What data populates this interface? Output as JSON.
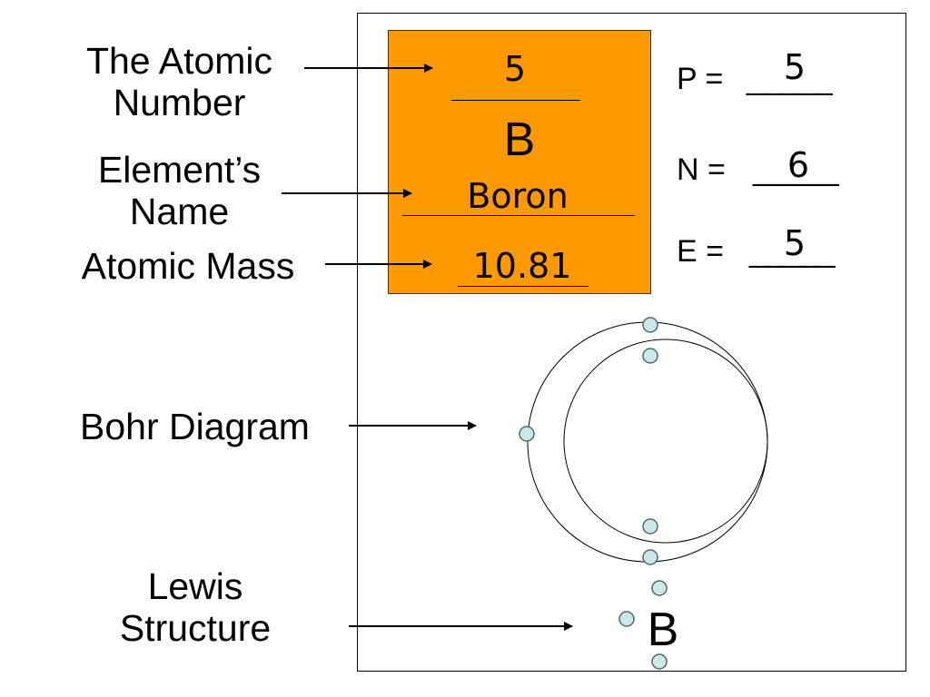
{
  "labels": {
    "atomic_number": "The Atomic Number",
    "element_name": "Element’s Name",
    "atomic_mass": "Atomic Mass",
    "bohr_diagram": "Bohr Diagram",
    "lewis_structure": "Lewis Structure"
  },
  "element": {
    "atomic_number": "5",
    "symbol": "B",
    "name": "Boron",
    "atomic_mass": "10.81",
    "tile_color": "#FF9900"
  },
  "counts": {
    "protons_label": "P =",
    "protons_value": "5",
    "neutrons_label": "N =",
    "neutrons_value": "6",
    "electrons_label": "E =",
    "electrons_value": "5",
    "blank": "_____"
  },
  "lewis": {
    "symbol": "B",
    "dot_count": 3
  },
  "bohr": {
    "shells": 2,
    "electrons_per_shell": [
      2,
      3
    ],
    "electron_color": "#CCE8E8"
  }
}
